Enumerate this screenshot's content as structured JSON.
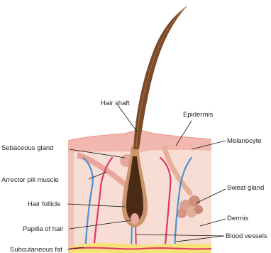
{
  "labels": {
    "hair_shaft": "Hair shaft",
    "epidermis": "Epidermis",
    "melanocyte": "Melanocyte",
    "sebaceous_gland": "Sebaceous gland",
    "arrector_pili_muscle": "Arrector pili muscle",
    "sweat_gland": "Sweat gland",
    "hair_follicle": "Hair follicle",
    "dermis": "Dermis",
    "papilla_of_hair": "Papilla of hair",
    "blood_vessels": "Blood vessels",
    "subcutaneous_fat": "Subcutaneous fat"
  },
  "colors": {
    "hair": "#7a4a2a",
    "hair_dark": "#4a2a14",
    "epidermis": "#f2b8b0",
    "dermis": "#f7ddd4",
    "muscle": "#e89a92",
    "artery": "#e0356b",
    "vein": "#4a90d9",
    "fat": "#f7e27a",
    "gland": "#d9a08f"
  }
}
